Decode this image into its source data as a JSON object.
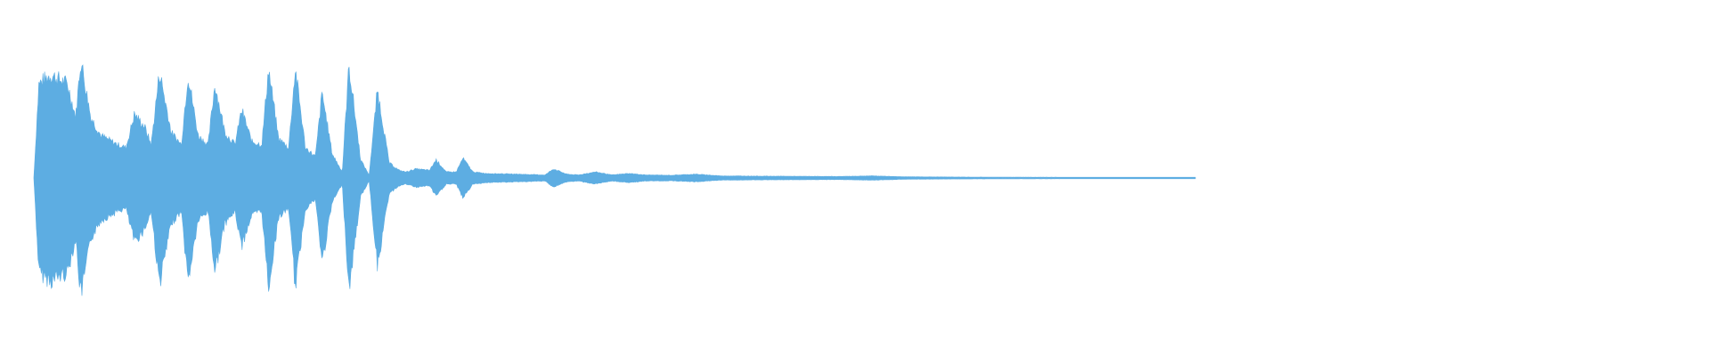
{
  "waveform": {
    "color": "#5dade2",
    "background": "#ffffff",
    "duration_fraction": 0.693,
    "envelope": [
      [
        0.0,
        0.0
      ],
      [
        0.003,
        0.62
      ],
      [
        0.01,
        0.68
      ],
      [
        0.02,
        0.62
      ],
      [
        0.025,
        0.4
      ],
      [
        0.028,
        0.78
      ],
      [
        0.034,
        0.4
      ],
      [
        0.04,
        0.28
      ],
      [
        0.05,
        0.22
      ],
      [
        0.055,
        0.2
      ],
      [
        0.06,
        0.42
      ],
      [
        0.066,
        0.34
      ],
      [
        0.07,
        0.22
      ],
      [
        0.075,
        0.7
      ],
      [
        0.082,
        0.3
      ],
      [
        0.088,
        0.22
      ],
      [
        0.092,
        0.68
      ],
      [
        0.098,
        0.28
      ],
      [
        0.104,
        0.22
      ],
      [
        0.108,
        0.62
      ],
      [
        0.114,
        0.3
      ],
      [
        0.12,
        0.22
      ],
      [
        0.124,
        0.45
      ],
      [
        0.13,
        0.24
      ],
      [
        0.136,
        0.22
      ],
      [
        0.14,
        0.72
      ],
      [
        0.146,
        0.26
      ],
      [
        0.152,
        0.2
      ],
      [
        0.156,
        0.72
      ],
      [
        0.162,
        0.2
      ],
      [
        0.168,
        0.14
      ],
      [
        0.172,
        0.56
      ],
      [
        0.178,
        0.16
      ],
      [
        0.184,
        0.04
      ],
      [
        0.188,
        0.74
      ],
      [
        0.195,
        0.12
      ],
      [
        0.2,
        0.02
      ],
      [
        0.205,
        0.58
      ],
      [
        0.212,
        0.1
      ],
      [
        0.218,
        0.05
      ],
      [
        0.222,
        0.04
      ],
      [
        0.228,
        0.06
      ],
      [
        0.236,
        0.05
      ],
      [
        0.24,
        0.12
      ],
      [
        0.246,
        0.04
      ],
      [
        0.252,
        0.04
      ],
      [
        0.256,
        0.13
      ],
      [
        0.262,
        0.04
      ],
      [
        0.27,
        0.03
      ],
      [
        0.29,
        0.025
      ],
      [
        0.305,
        0.02
      ],
      [
        0.31,
        0.06
      ],
      [
        0.318,
        0.025
      ],
      [
        0.325,
        0.02
      ],
      [
        0.335,
        0.04
      ],
      [
        0.345,
        0.02
      ],
      [
        0.355,
        0.03
      ],
      [
        0.365,
        0.02
      ],
      [
        0.38,
        0.018
      ],
      [
        0.395,
        0.025
      ],
      [
        0.41,
        0.014
      ],
      [
        0.44,
        0.012
      ],
      [
        0.48,
        0.01
      ],
      [
        0.5,
        0.014
      ],
      [
        0.52,
        0.008
      ],
      [
        0.56,
        0.006
      ],
      [
        0.6,
        0.005
      ],
      [
        0.64,
        0.004
      ],
      [
        0.67,
        0.003
      ],
      [
        0.685,
        0.002
      ],
      [
        0.693,
        0.0
      ]
    ]
  }
}
